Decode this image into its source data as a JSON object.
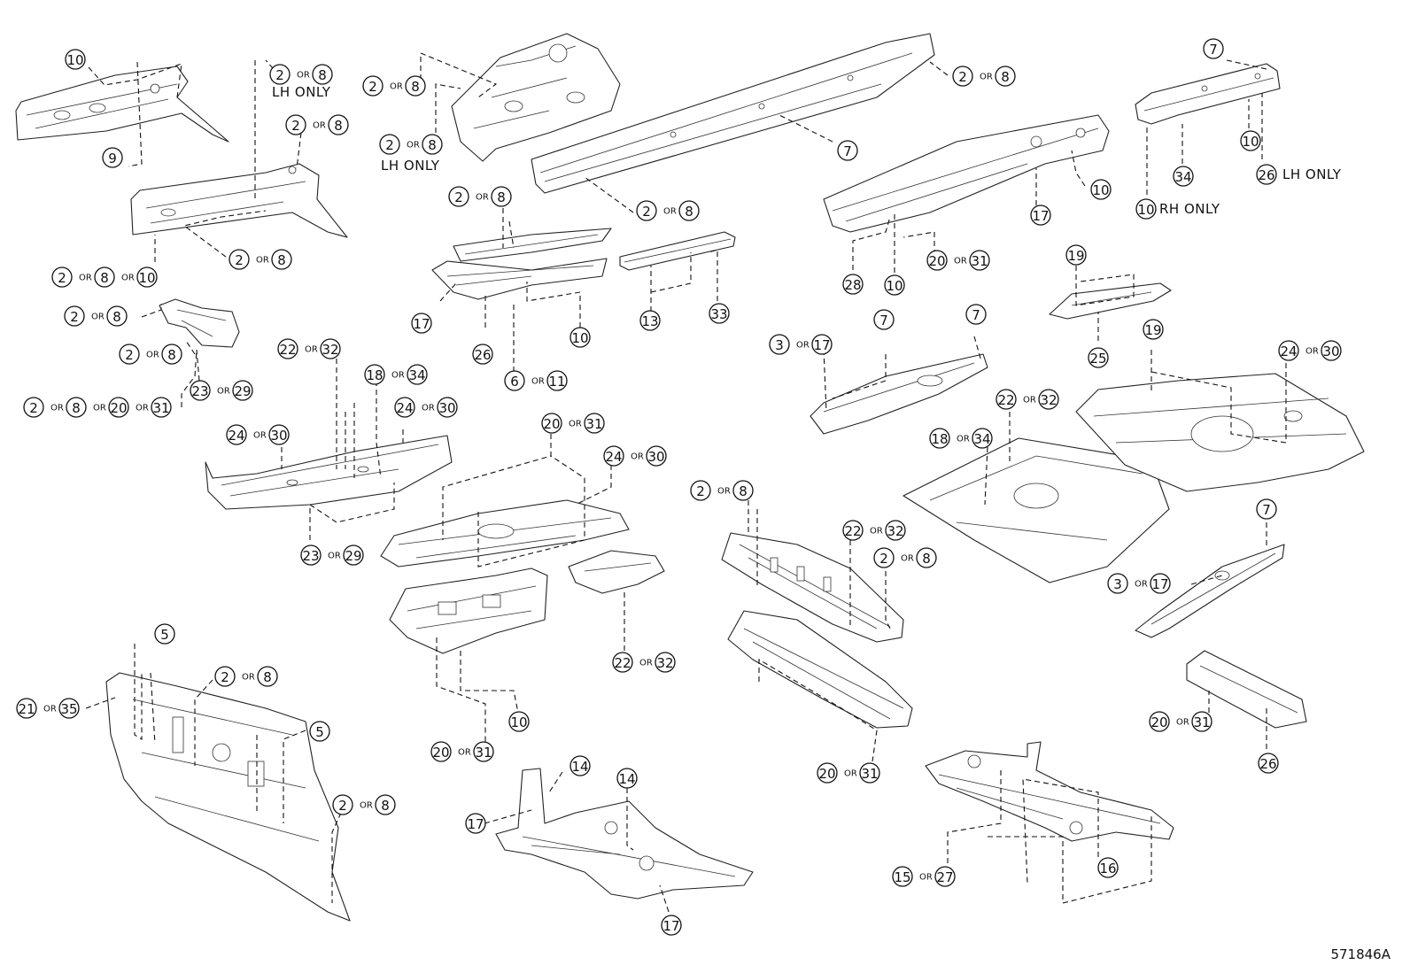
{
  "figure_code": "571846A",
  "connector_word": "OR",
  "callouts": [
    {
      "id": "c-10-a",
      "numbers": [
        "10"
      ]
    },
    {
      "id": "c-9",
      "numbers": [
        "9"
      ]
    },
    {
      "id": "c-2-8-lh-a",
      "numbers": [
        "2",
        "8"
      ],
      "note": "LH ONLY"
    },
    {
      "id": "c-2-8-b",
      "numbers": [
        "2",
        "8"
      ]
    },
    {
      "id": "c-2-8-c",
      "numbers": [
        "2",
        "8"
      ]
    },
    {
      "id": "c-2-8-10",
      "numbers": [
        "2",
        "8",
        "10"
      ]
    },
    {
      "id": "c-2-8-d",
      "numbers": [
        "2",
        "8"
      ]
    },
    {
      "id": "c-2-8-e",
      "numbers": [
        "2",
        "8"
      ]
    },
    {
      "id": "c-2-8-20-31",
      "numbers": [
        "2",
        "8",
        "20",
        "31"
      ]
    },
    {
      "id": "c-23-29-a",
      "numbers": [
        "23",
        "29"
      ]
    },
    {
      "id": "c-2-8-f",
      "numbers": [
        "2",
        "8"
      ]
    },
    {
      "id": "c-2-8-lh-b",
      "numbers": [
        "2",
        "8"
      ],
      "note": "LH ONLY"
    },
    {
      "id": "c-2-8-g",
      "numbers": [
        "2",
        "8"
      ]
    },
    {
      "id": "c-7-a",
      "numbers": [
        "7"
      ]
    },
    {
      "id": "c-2-8-h",
      "numbers": [
        "2",
        "8"
      ]
    },
    {
      "id": "c-2-8-i",
      "numbers": [
        "2",
        "8"
      ]
    },
    {
      "id": "c-17-a",
      "numbers": [
        "17"
      ]
    },
    {
      "id": "c-26-a",
      "numbers": [
        "26"
      ]
    },
    {
      "id": "c-6-11",
      "numbers": [
        "6",
        "11"
      ]
    },
    {
      "id": "c-10-b",
      "numbers": [
        "10"
      ]
    },
    {
      "id": "c-13",
      "numbers": [
        "13"
      ]
    },
    {
      "id": "c-33",
      "numbers": [
        "33"
      ]
    },
    {
      "id": "c-10-c",
      "numbers": [
        "10"
      ]
    },
    {
      "id": "c-17-b",
      "numbers": [
        "17"
      ]
    },
    {
      "id": "c-28",
      "numbers": [
        "28"
      ]
    },
    {
      "id": "c-10-d",
      "numbers": [
        "10"
      ]
    },
    {
      "id": "c-20-31-a",
      "numbers": [
        "20",
        "31"
      ]
    },
    {
      "id": "c-7-b",
      "numbers": [
        "7"
      ]
    },
    {
      "id": "c-10-e",
      "numbers": [
        "10"
      ]
    },
    {
      "id": "c-34-a",
      "numbers": [
        "34"
      ]
    },
    {
      "id": "c-26-lh",
      "numbers": [
        "26"
      ],
      "note": "LH ONLY"
    },
    {
      "id": "c-10-rh",
      "numbers": [
        "10"
      ],
      "note": "RH ONLY"
    },
    {
      "id": "c-19-a",
      "numbers": [
        "19"
      ]
    },
    {
      "id": "c-25",
      "numbers": [
        "25"
      ]
    },
    {
      "id": "c-19-b",
      "numbers": [
        "19"
      ]
    },
    {
      "id": "c-24-30-a",
      "numbers": [
        "24",
        "30"
      ]
    },
    {
      "id": "c-3-17-a",
      "numbers": [
        "3",
        "17"
      ]
    },
    {
      "id": "c-7-c",
      "numbers": [
        "7"
      ]
    },
    {
      "id": "c-7-d",
      "numbers": [
        "7"
      ]
    },
    {
      "id": "c-22-32-a",
      "numbers": [
        "22",
        "32"
      ]
    },
    {
      "id": "c-18-34-a",
      "numbers": [
        "18",
        "34"
      ]
    },
    {
      "id": "c-24-30-b",
      "numbers": [
        "24",
        "30"
      ]
    },
    {
      "id": "c-24-30-c",
      "numbers": [
        "24",
        "30"
      ]
    },
    {
      "id": "c-23-29-b",
      "numbers": [
        "23",
        "29"
      ]
    },
    {
      "id": "c-20-31-b",
      "numbers": [
        "20",
        "31"
      ]
    },
    {
      "id": "c-24-30-d",
      "numbers": [
        "24",
        "30"
      ]
    },
    {
      "id": "c-22-32-b",
      "numbers": [
        "22",
        "32"
      ]
    },
    {
      "id": "c-18-34-b",
      "numbers": [
        "18",
        "34"
      ]
    },
    {
      "id": "c-7-e",
      "numbers": [
        "7"
      ]
    },
    {
      "id": "c-3-17-b",
      "numbers": [
        "3",
        "17"
      ]
    },
    {
      "id": "c-2-8-j",
      "numbers": [
        "2",
        "8"
      ]
    },
    {
      "id": "c-22-32-c",
      "numbers": [
        "22",
        "32"
      ]
    },
    {
      "id": "c-2-8-k",
      "numbers": [
        "2",
        "8"
      ]
    },
    {
      "id": "c-22-32-d",
      "numbers": [
        "22",
        "32"
      ]
    },
    {
      "id": "c-10-f",
      "numbers": [
        "10"
      ]
    },
    {
      "id": "c-20-31-c",
      "numbers": [
        "20",
        "31"
      ]
    },
    {
      "id": "c-20-31-d",
      "numbers": [
        "20",
        "31"
      ]
    },
    {
      "id": "c-20-31-e",
      "numbers": [
        "20",
        "31"
      ]
    },
    {
      "id": "c-26-b",
      "numbers": [
        "26"
      ]
    },
    {
      "id": "c-5-a",
      "numbers": [
        "5"
      ]
    },
    {
      "id": "c-5-b",
      "numbers": [
        "5"
      ]
    },
    {
      "id": "c-21-35",
      "numbers": [
        "21",
        "35"
      ]
    },
    {
      "id": "c-2-8-l",
      "numbers": [
        "2",
        "8"
      ]
    },
    {
      "id": "c-2-8-m",
      "numbers": [
        "2",
        "8"
      ]
    },
    {
      "id": "c-14-a",
      "numbers": [
        "14"
      ]
    },
    {
      "id": "c-14-b",
      "numbers": [
        "14"
      ]
    },
    {
      "id": "c-17-c",
      "numbers": [
        "17"
      ]
    },
    {
      "id": "c-17-d",
      "numbers": [
        "17"
      ]
    },
    {
      "id": "c-15-27",
      "numbers": [
        "15",
        "27"
      ]
    },
    {
      "id": "c-16",
      "numbers": [
        "16"
      ]
    }
  ]
}
